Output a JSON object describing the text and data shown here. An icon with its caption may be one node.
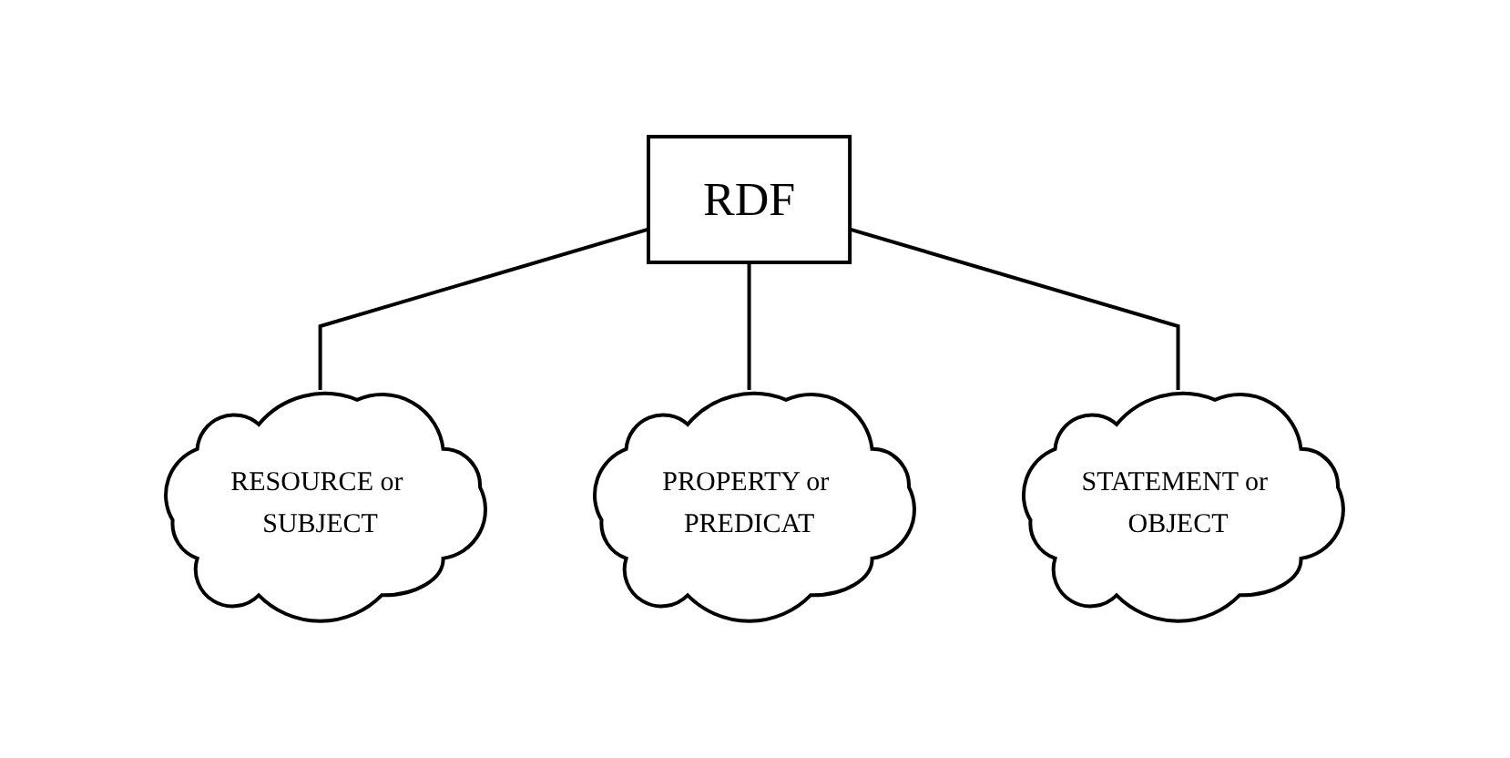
{
  "diagram": {
    "nodes": [
      {
        "text": [
          "RDF"
        ]
      },
      {
        "text": [
          "RESOURCE or SUBJECT"
        ]
      },
      {
        "text": [
          "PROPERTY or PREDICAT"
        ]
      },
      {
        "text": [
          "STATEMENT or OBJECT"
        ]
      }
    ],
    "edges": [
      {
        "from": 0,
        "to": 1,
        "arrow": "none"
      },
      {
        "from": 0,
        "to": 2,
        "arrow": "none"
      },
      {
        "from": 0,
        "to": 3,
        "arrow": "none"
      }
    ]
  }
}
